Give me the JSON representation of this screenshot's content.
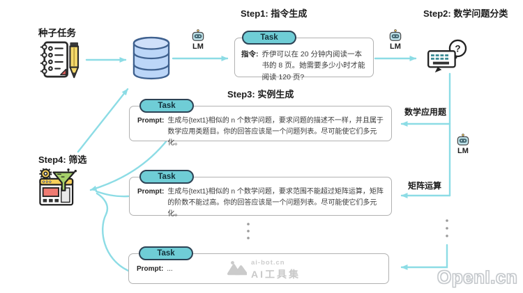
{
  "colors": {
    "arrow": "#8cdce5",
    "task_tab_fill": "#6fcdd6",
    "task_tab_border": "#2c4254",
    "box_border": "#b1b1b1",
    "database_fill": "#bcd6f8",
    "database_border": "#3f618f"
  },
  "seed_task": {
    "label": "种子任务"
  },
  "lm_label": "LM",
  "step1": {
    "title": "Step1: 指令生成",
    "task_tab": "Task",
    "field_label": "指令:",
    "text": "乔伊可以在 20 分钟内阅读一本书的 8 页。她需要多少小时才能阅读 120 页?"
  },
  "step2": {
    "title": "Step2: 数学问题分类"
  },
  "step3": {
    "title": "Step3: 实例生成",
    "boxes": [
      {
        "task_tab": "Task",
        "field_label": "Prompt:",
        "text": "生成与{text1}相似的 n 个数学问题，要求问题的描述不一样，并且属于数学应用类题目。你的回答应该是一个问题列表。尽可能使它们多元化。"
      },
      {
        "task_tab": "Task",
        "field_label": "Prompt:",
        "text": "生成与{text1}相似的 n 个数学问题，要求范围不能超过矩阵运算，矩阵的阶数不能过高。你的回答应该是一个问题列表。尽可能使它们多元化。"
      },
      {
        "task_tab": "Task",
        "field_label": "Prompt:",
        "text": "..."
      }
    ]
  },
  "step4": {
    "title": "Step4: 筛选"
  },
  "branches": [
    {
      "label": "数学应用题"
    },
    {
      "label": "矩阵运算"
    }
  ],
  "watermark_center": {
    "line1": "ai-bot.cn",
    "line2": "AI工具集"
  },
  "watermark_corner": "OpenI.cn"
}
